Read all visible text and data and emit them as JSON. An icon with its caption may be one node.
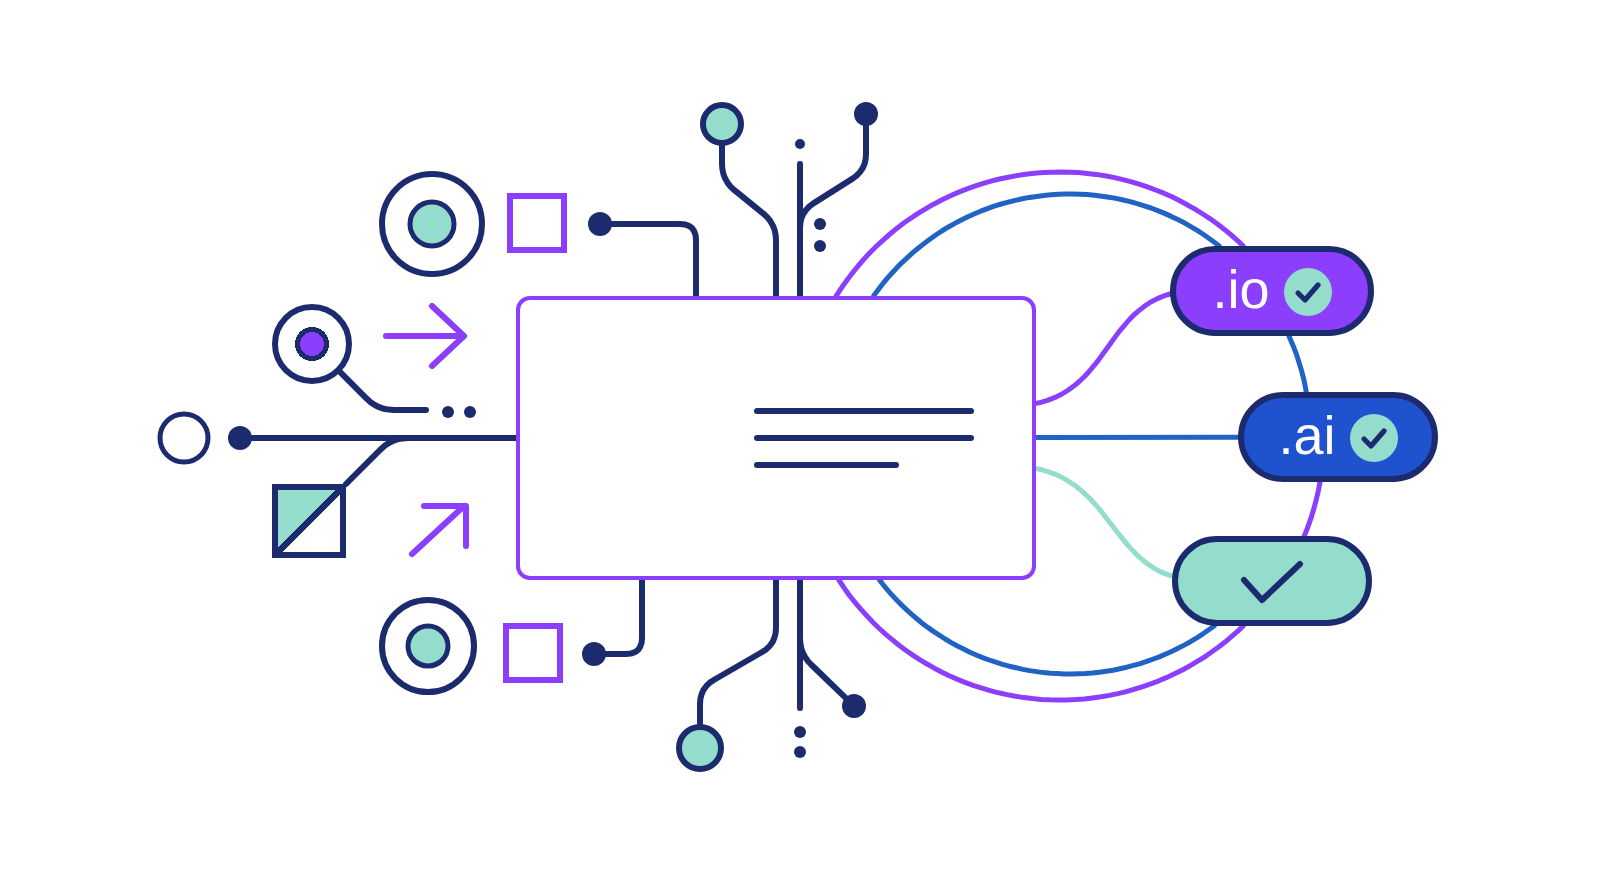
{
  "diagram": {
    "nodes": [
      {
        "text": [],
        "shape": "box"
      },
      {
        "text": [
          ".io"
        ]
      },
      {
        "text": [
          ".ai"
        ]
      },
      {
        "text": [],
        "shape": "box"
      },
      {
        "text": [],
        "shape": "circle"
      },
      {
        "text": [],
        "shape": "circle"
      },
      {
        "text": [],
        "shape": "box"
      },
      {
        "text": [],
        "shape": "circle"
      },
      {
        "text": [],
        "shape": "circle"
      },
      {
        "text": [],
        "shape": "circle"
      },
      {
        "text": [],
        "shape": "circle"
      },
      {
        "text": [],
        "shape": "circle"
      },
      {
        "text": [],
        "shape": "circle"
      }
    ],
    "edges": [
      {
        "from": 4,
        "to": null,
        "arrow": "none"
      },
      {
        "from": 5,
        "to": 0,
        "arrow": "none"
      },
      {
        "from": 6,
        "to": 0,
        "arrow": "none"
      },
      {
        "from": 7,
        "to": 0,
        "arrow": "none"
      },
      {
        "from": 8,
        "to": 0,
        "arrow": "none"
      },
      {
        "from": 9,
        "to": 0,
        "arrow": "none"
      },
      {
        "from": 0,
        "to": null,
        "arrow": "none"
      },
      {
        "from": 10,
        "to": 0,
        "arrow": "none"
      },
      {
        "from": 11,
        "to": 0,
        "arrow": "none"
      },
      {
        "from": 12,
        "to": 0,
        "arrow": "none"
      },
      {
        "from": 0,
        "to": null,
        "arrow": "none"
      },
      {
        "from": 0,
        "to": 1,
        "arrow": "none",
        "color": "#8b3ffc"
      },
      {
        "from": 0,
        "to": 2,
        "arrow": "none",
        "color": "#2163c4"
      },
      {
        "from": 0,
        "to": 3,
        "arrow": "none",
        "color": "#94dccb"
      },
      {
        "from": 0,
        "to": 1,
        "arrow": "none",
        "color": "#8b3ffc"
      },
      {
        "from": 0,
        "to": 1,
        "arrow": "none",
        "color": "#2163c4"
      },
      {
        "from": 1,
        "to": 2,
        "arrow": "none",
        "color": "#2163c4"
      },
      {
        "from": 2,
        "to": 3,
        "arrow": "none",
        "color": "#8b3ffc"
      },
      {
        "from": 3,
        "to": 0,
        "arrow": "none",
        "color": "#8b3ffc"
      },
      {
        "from": 3,
        "to": 0,
        "arrow": "none",
        "color": "#2163c4"
      }
    ]
  }
}
